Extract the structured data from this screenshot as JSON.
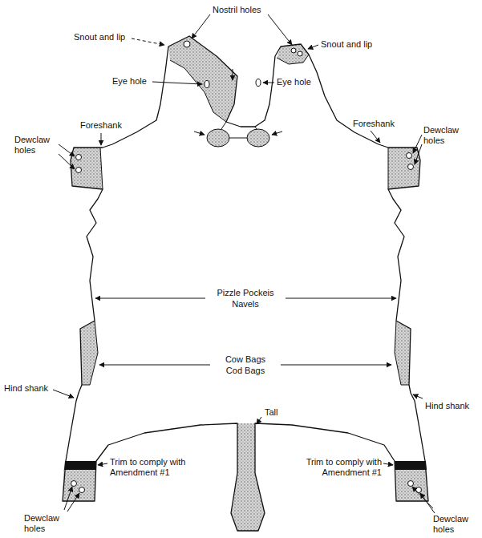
{
  "diagram": {
    "labels": [
      "Nostril holes",
      "Snout and lip",
      "Snout and lip",
      "Eye hole",
      "Eye hole",
      "Foreshank",
      "Dewclaw holes",
      "Foreshank",
      "Dewclaw holes",
      "Pizzle Pockeis",
      "Navels",
      "Cow Bags",
      "Cod Bags",
      "Hind shank",
      "Tall",
      "Hind shank",
      "Trim to comply with Amendment #1",
      "Trim to comply with Amendment #1",
      "Dewclaw holes",
      "Dewclaw holes"
    ]
  }
}
